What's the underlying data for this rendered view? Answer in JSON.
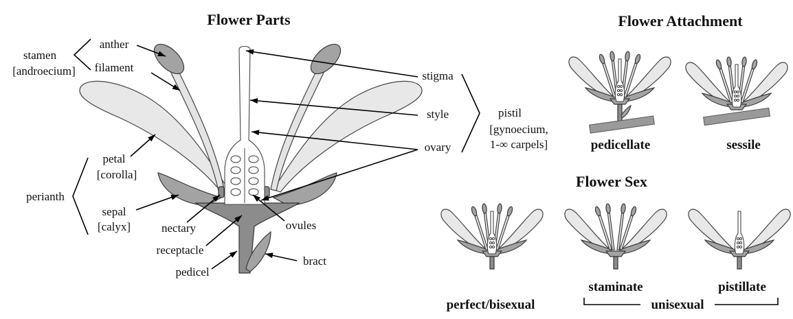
{
  "titles": {
    "parts": "Flower Parts",
    "attachment": "Flower Attachment",
    "sex": "Flower Sex"
  },
  "labels": {
    "stamen": "stamen",
    "androecium": "[androecium]",
    "anther": "anther",
    "filament": "filament",
    "petal": "petal",
    "corolla": "[corolla]",
    "perianth": "perianth",
    "sepal": "sepal",
    "calyx": "[calyx]",
    "nectary": "nectary",
    "receptacle": "receptacle",
    "pedicel": "pedicel",
    "bract": "bract",
    "ovules": "ovules",
    "stigma": "stigma",
    "style": "style",
    "ovary": "ovary",
    "pistil": "pistil",
    "gynoecium": "[gynoecium,",
    "carpels": "1-∞ carpels]"
  },
  "captions": {
    "pedicellate": "pedicellate",
    "sessile": "sessile",
    "perfect": "perfect/bisexual",
    "staminate": "staminate",
    "pistillate": "pistillate",
    "unisexual": "unisexual"
  }
}
